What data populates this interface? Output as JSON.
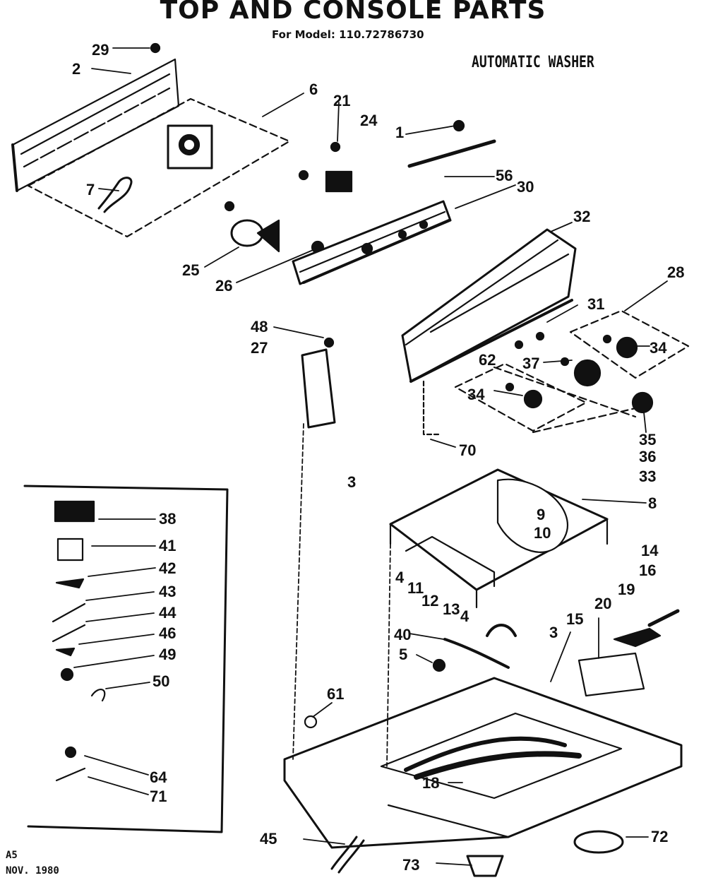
{
  "title": "TOP AND CONSOLE PARTS",
  "model_line": "For Model: 110.72786730",
  "subtitle": "AUTOMATIC WASHER",
  "footer": {
    "code": "A5",
    "date": "NOV. 1980"
  },
  "callouts": [
    "29",
    "2",
    "6",
    "21",
    "24",
    "1",
    "56",
    "30",
    "7",
    "25",
    "26",
    "32",
    "28",
    "31",
    "48",
    "27",
    "62",
    "37",
    "34",
    "34",
    "35",
    "36",
    "33",
    "70",
    "3",
    "8",
    "9",
    "10",
    "38",
    "41",
    "42",
    "43",
    "44",
    "46",
    "49",
    "50",
    "14",
    "16",
    "4",
    "11",
    "12",
    "13",
    "4",
    "3",
    "15",
    "19",
    "20",
    "40",
    "5",
    "61",
    "18",
    "64",
    "71",
    "45",
    "72",
    "73"
  ]
}
